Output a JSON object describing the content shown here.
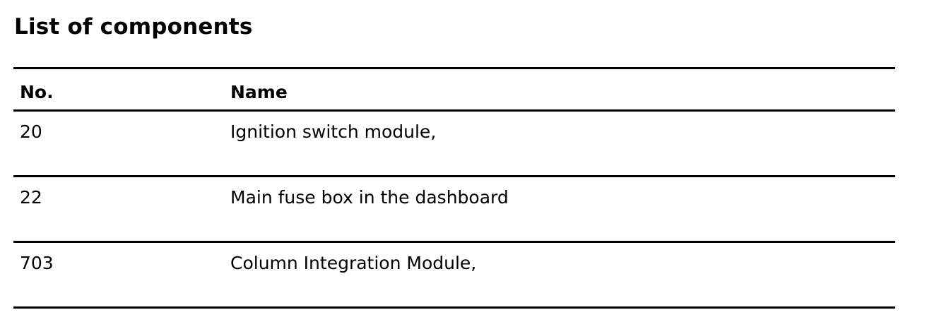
{
  "title": "List of components",
  "table": {
    "headers": {
      "no": "No.",
      "name": "Name"
    },
    "rows": [
      {
        "no": "20",
        "name": "Ignition switch module,"
      },
      {
        "no": "22",
        "name": "Main fuse box in the dashboard"
      },
      {
        "no": "703",
        "name": "Column Integration Module,"
      }
    ]
  }
}
